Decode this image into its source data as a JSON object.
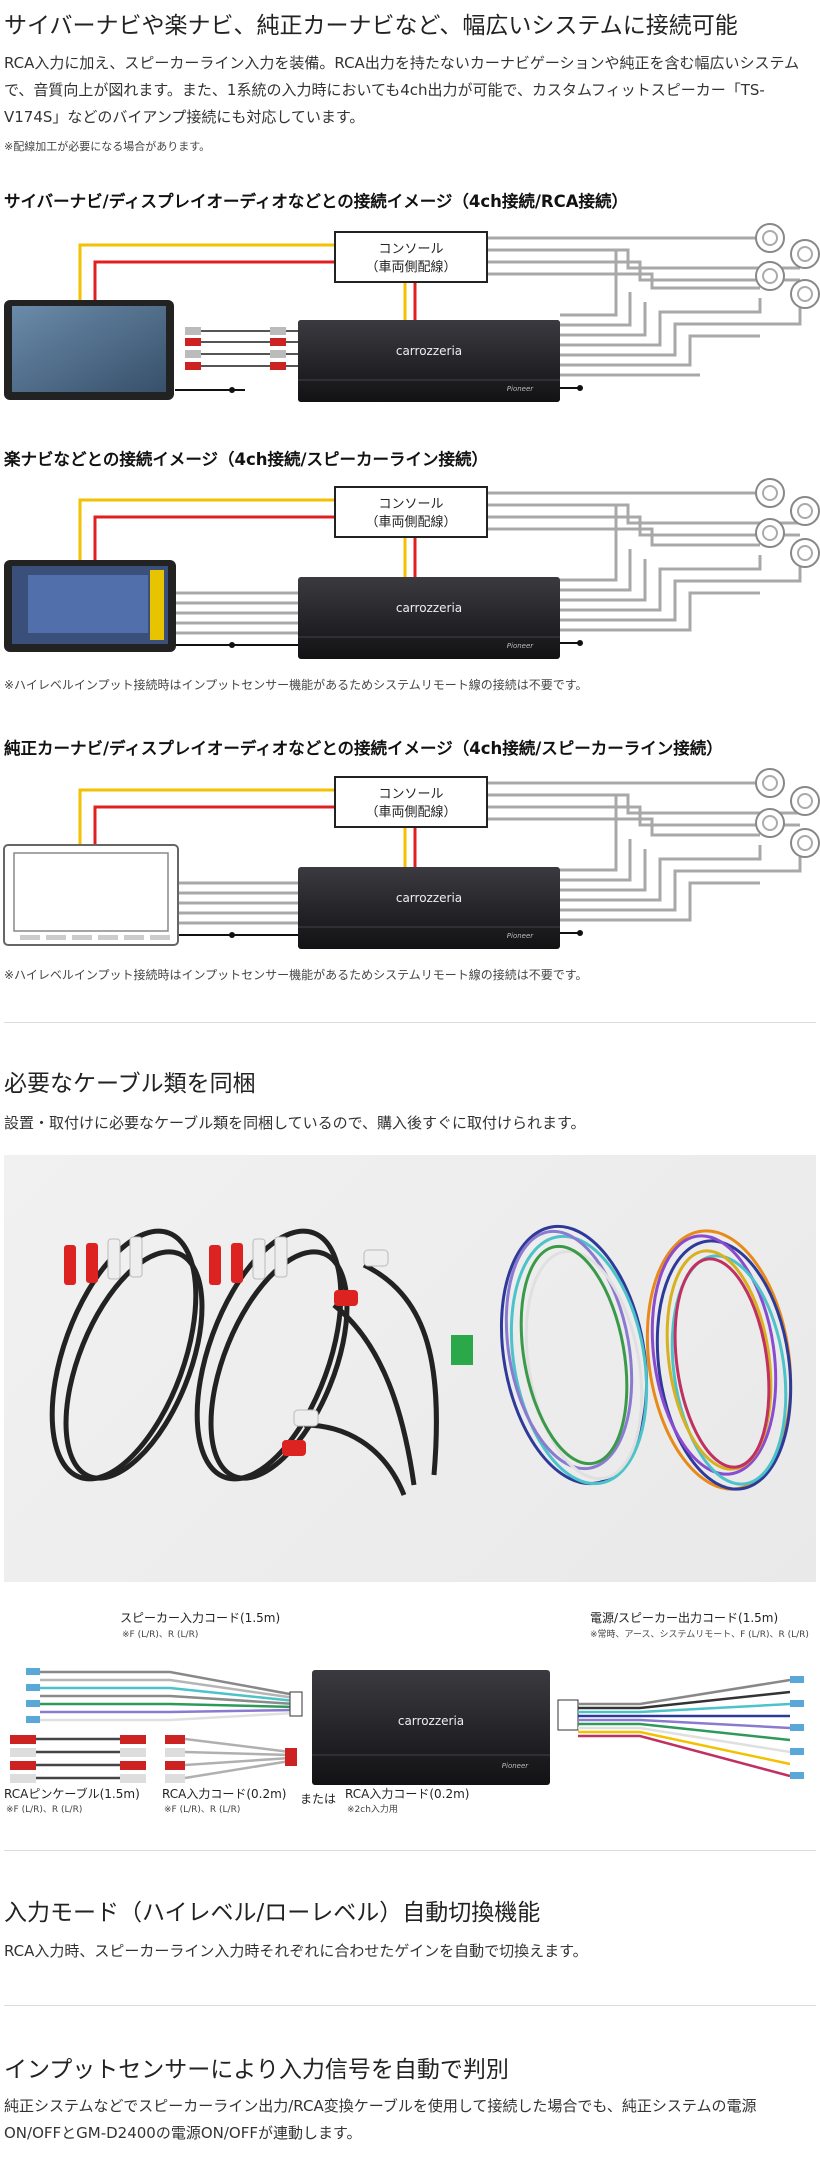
{
  "section1": {
    "title": "サイバーナビや楽ナビ、純正カーナビなど、幅広いシステムに接続可能",
    "body": "RCA入力に加え、スピーカーライン入力を装備。RCA出力を持たないカーナビゲーションや純正を含む幅広いシステムで、音質向上が図れます。また、1系統の入力時においても4ch出力が可能で、カスタムフィットスピーカー「TS-V174S」などのバイアンプ接続にも対応しています。",
    "note": "※配線加工が必要になる場合があります。"
  },
  "diagram1": {
    "title": "サイバーナビ/ディスプレイオーディオなどとの接続イメージ（4ch接続/RCA接続）",
    "console_line1": "コンソール",
    "console_line2": "（車両側配線）",
    "amp_brand": "carrozzeria",
    "amp_maker": "Pioneer"
  },
  "diagram2": {
    "title": "楽ナビなどとの接続イメージ（4ch接続/スピーカーライン接続）",
    "console_line1": "コンソール",
    "console_line2": "（車両側配線）",
    "amp_brand": "carrozzeria",
    "amp_maker": "Pioneer",
    "note": "※ハイレベルインプット接続時はインプットセンサー機能があるためシステムリモート線の接続は不要です。"
  },
  "diagram3": {
    "title": "純正カーナビ/ディスプレイオーディオなどとの接続イメージ（4ch接続/スピーカーライン接続）",
    "console_line1": "コンソール",
    "console_line2": "（車両側配線）",
    "amp_brand": "carrozzeria",
    "amp_maker": "Pioneer",
    "note": "※ハイレベルインプット接続時はインプットセンサー機能があるためシステムリモート線の接続は不要です。"
  },
  "section2": {
    "title": "必要なケーブル類を同梱",
    "body": "設置・取付けに必要なケーブル類を同梱しているので、購入後すぐに取付けられます。"
  },
  "kit": {
    "speaker_input": "スピーカー入力コード(1.5m)",
    "speaker_input_sub": "※F (L/R)、R (L/R)",
    "power_output": "電源/スピーカー出力コード(1.5m)",
    "power_output_sub": "※常時、アース、システムリモート、F (L/R)、R (L/R)",
    "rca_pin": "RCAピンケーブル(1.5m)",
    "rca_pin_sub": "※F (L/R)、R (L/R)",
    "rca_input": "RCA入力コード(0.2m)",
    "rca_input_sub": "※F (L/R)、R (L/R)",
    "or": "または",
    "rca_input2": "RCA入力コード(0.2m)",
    "rca_input2_sub": "※2ch入力用",
    "amp_brand": "carrozzeria",
    "amp_maker": "Pioneer"
  },
  "section3": {
    "title": "入力モード（ハイレベル/ローレベル）自動切換機能",
    "body": "RCA入力時、スピーカーライン入力時それぞれに合わせたゲインを自動で切換えます。"
  },
  "section4": {
    "title": "インプットセンサーにより入力信号を自動で判別",
    "body": "純正システムなどでスピーカーライン出力/RCA変換ケーブルを使用して接続した場合でも、純正システムの電源ON/OFFとGM-D2400の電源ON/OFFが連動します。"
  },
  "colors": {
    "yellow": "#f2c200",
    "red": "#e02020",
    "gray": "#9a9a9a",
    "black": "#111111"
  }
}
